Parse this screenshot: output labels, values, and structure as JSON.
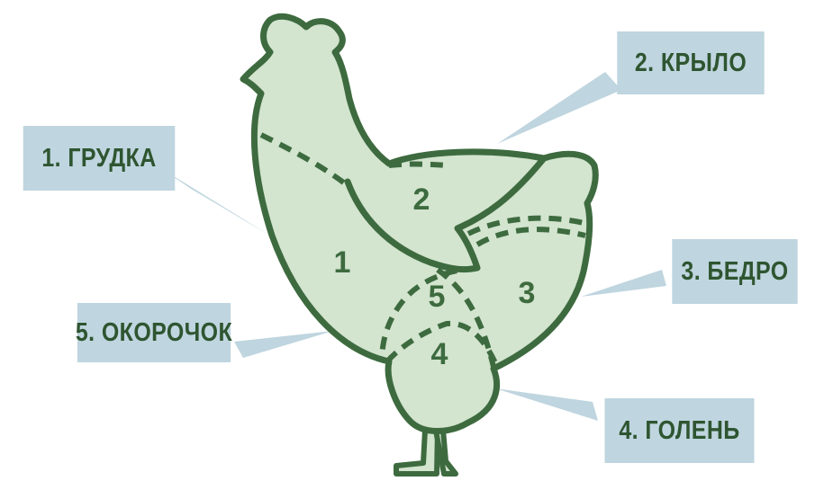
{
  "colors": {
    "outline": "#3d6b3f",
    "fill": "#d3e4cf",
    "label_bg": "#bfd5df",
    "label_text": "#2e5530"
  },
  "parts": [
    {
      "number": "1",
      "label": "1. ГРУДКА"
    },
    {
      "number": "2",
      "label": "2. КРЫЛО"
    },
    {
      "number": "3",
      "label": "3. БЕДРО"
    },
    {
      "number": "4",
      "label": "4. ГОЛЕНЬ"
    },
    {
      "number": "5",
      "label": "5. ОКОРОЧОК"
    }
  ]
}
